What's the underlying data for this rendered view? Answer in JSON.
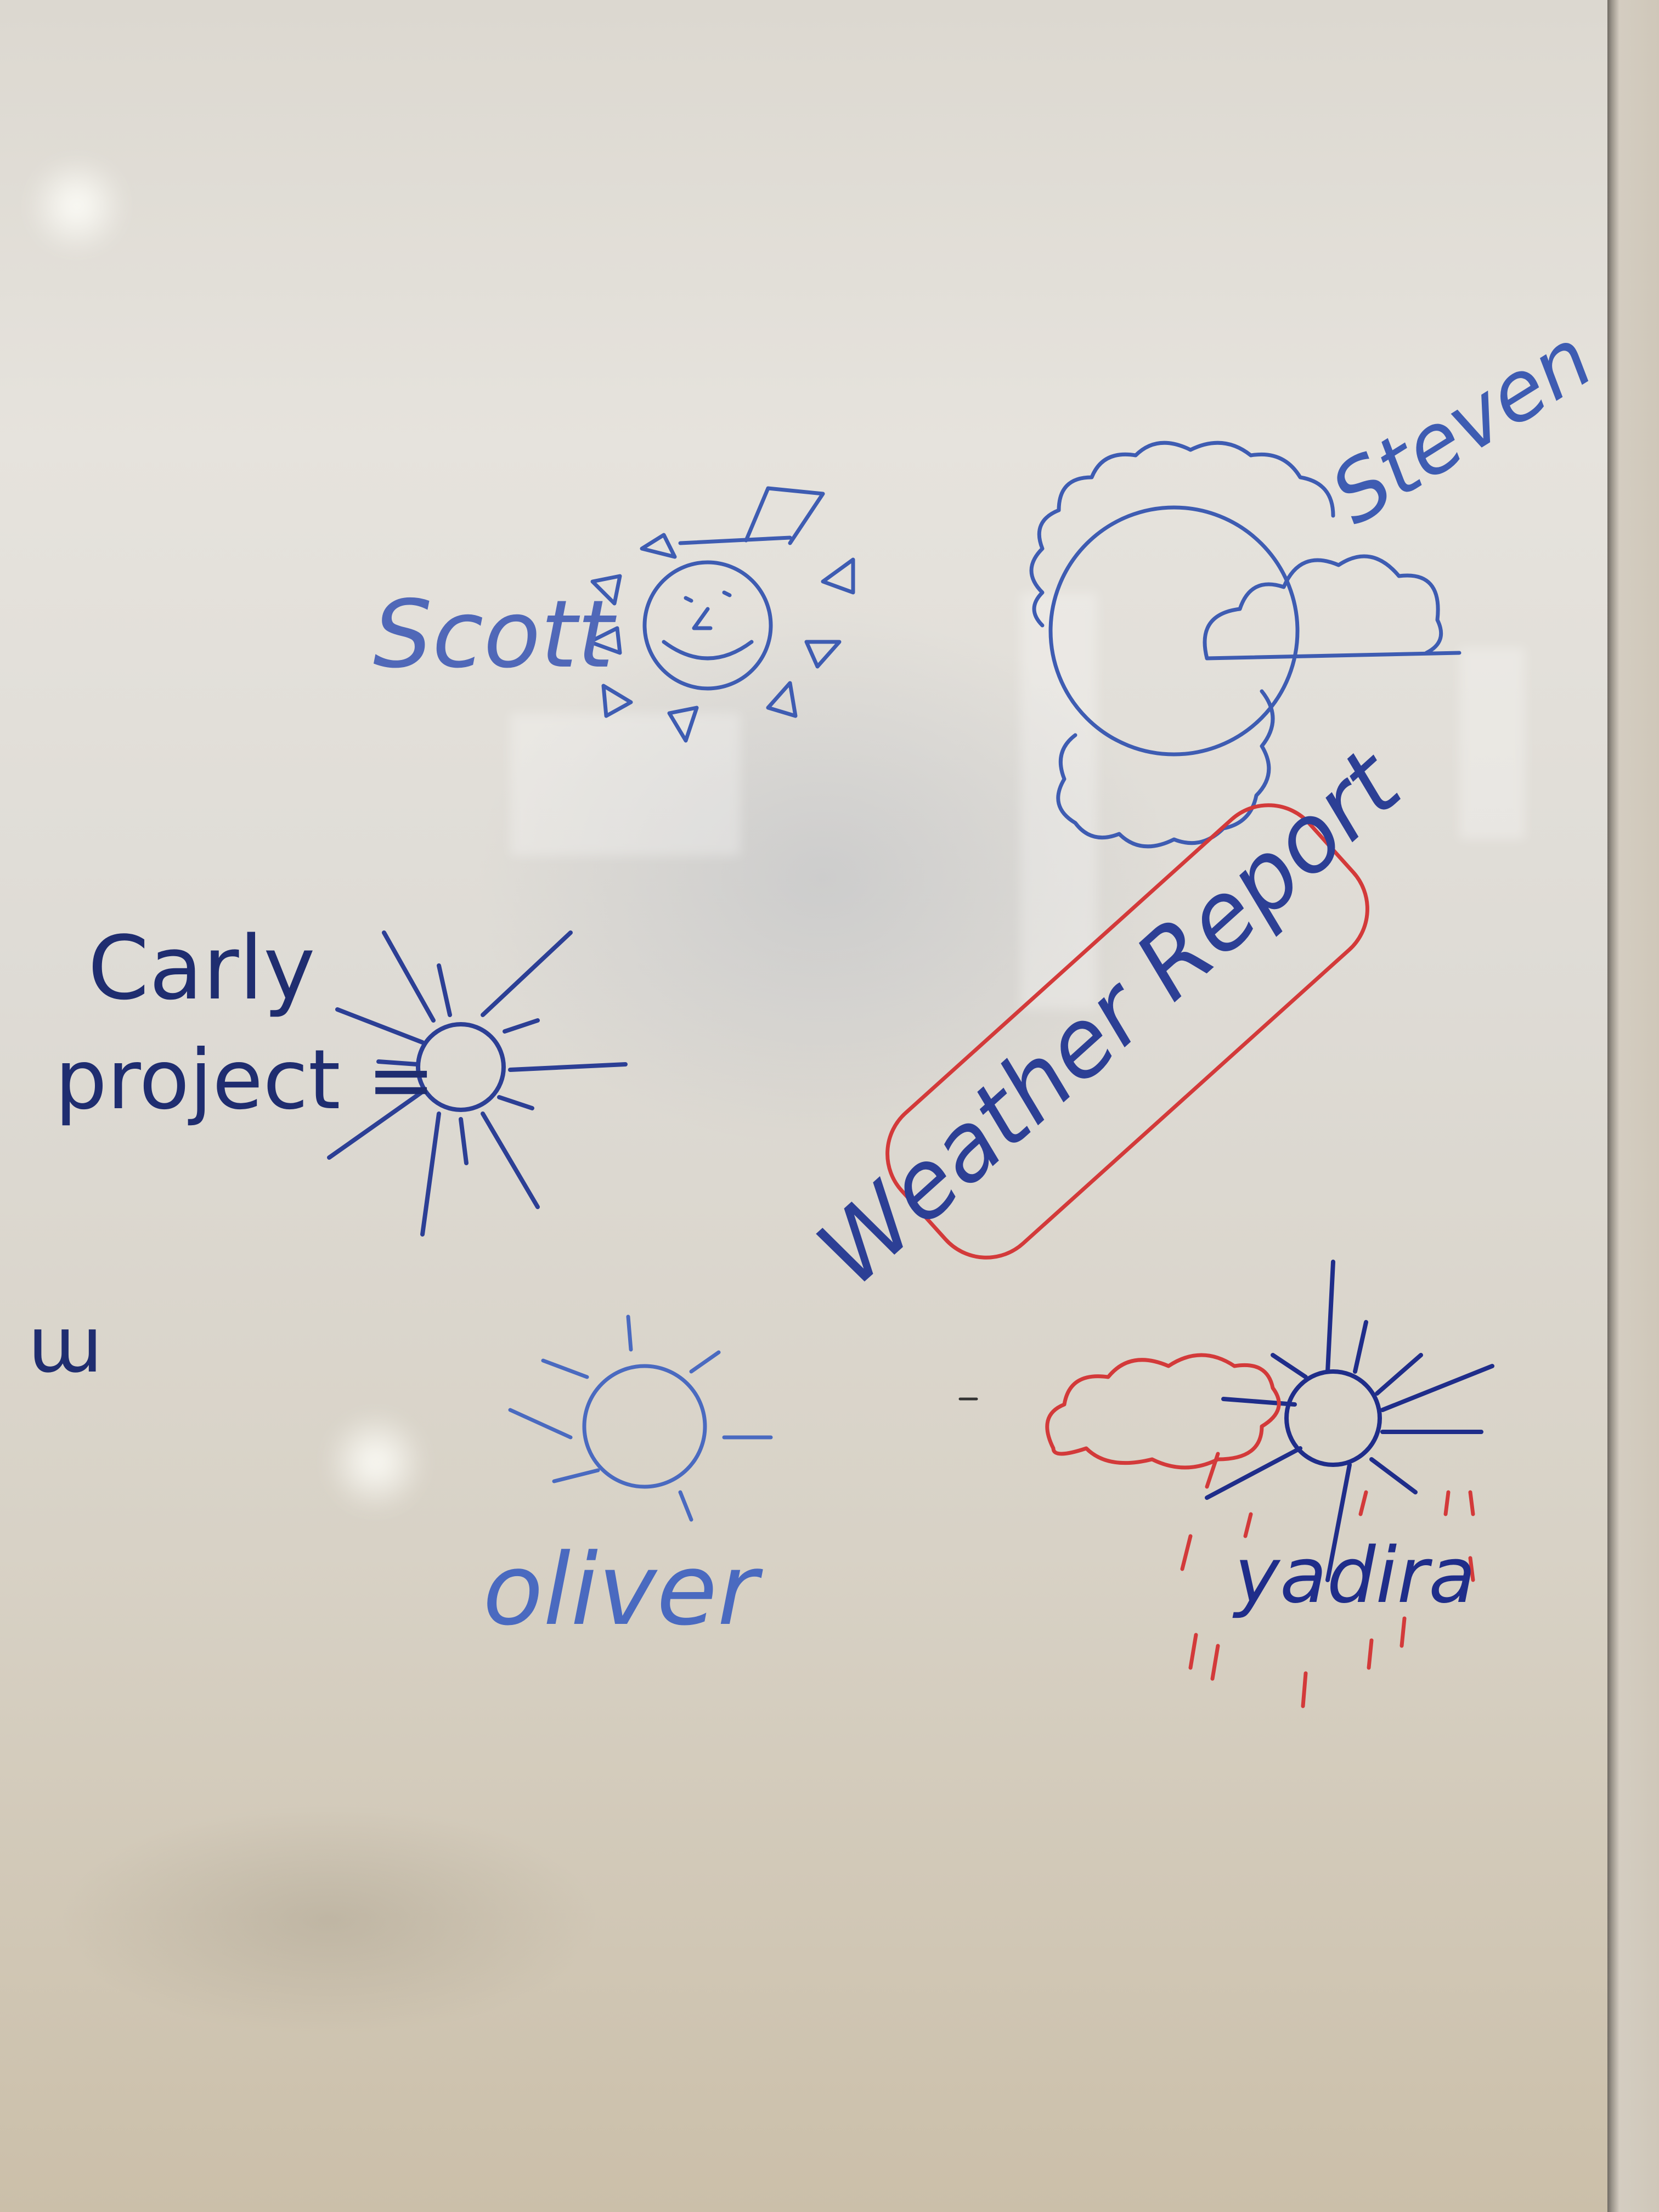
{
  "whiteboard": {
    "names": {
      "scott": "Scott",
      "steven": "Steven",
      "carly": "Carly",
      "project": "project =",
      "oliver": "oliver",
      "yadira": "yadira"
    },
    "callout": "Weather Report",
    "corner_scribble": "ɯ"
  },
  "colors": {
    "marker_blue": "#2c3f95",
    "marker_light_blue": "#3e5cb2",
    "marker_red": "#d33a3a",
    "board": "#e3e0da"
  }
}
